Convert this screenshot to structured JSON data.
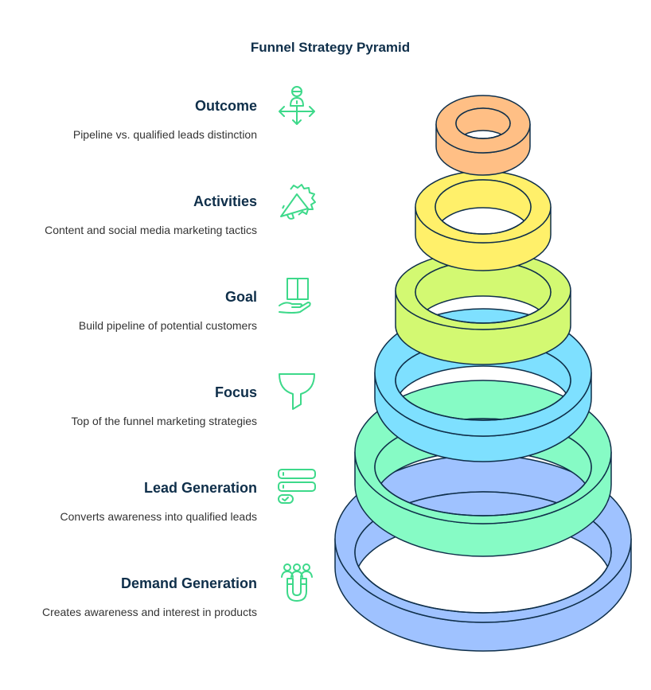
{
  "title": "Funnel Strategy Pyramid",
  "icon_color": "#3dd98a",
  "stroke_color": "#0f2f4a",
  "items": [
    {
      "title": "Outcome",
      "desc": "Pipeline vs. qualified leads distinction",
      "icon": "person-arrows-icon",
      "color": "#ffbf85"
    },
    {
      "title": "Activities",
      "desc": "Content and social media marketing tactics",
      "icon": "megaphone-icon",
      "color": "#fff06a"
    },
    {
      "title": "Goal",
      "desc": "Build pipeline of potential customers",
      "icon": "book-hand-icon",
      "color": "#d3f972"
    },
    {
      "title": "Focus",
      "desc": "Top of the funnel marketing strategies",
      "icon": "funnel-icon",
      "color": "#7ee0ff"
    },
    {
      "title": "Lead Generation",
      "desc": "Converts awareness into qualified leads",
      "icon": "form-check-icon",
      "color": "#86fbc5"
    },
    {
      "title": "Demand Generation",
      "desc": "Creates awareness and interest in products",
      "icon": "magnet-people-icon",
      "color": "#9fc2ff"
    }
  ]
}
